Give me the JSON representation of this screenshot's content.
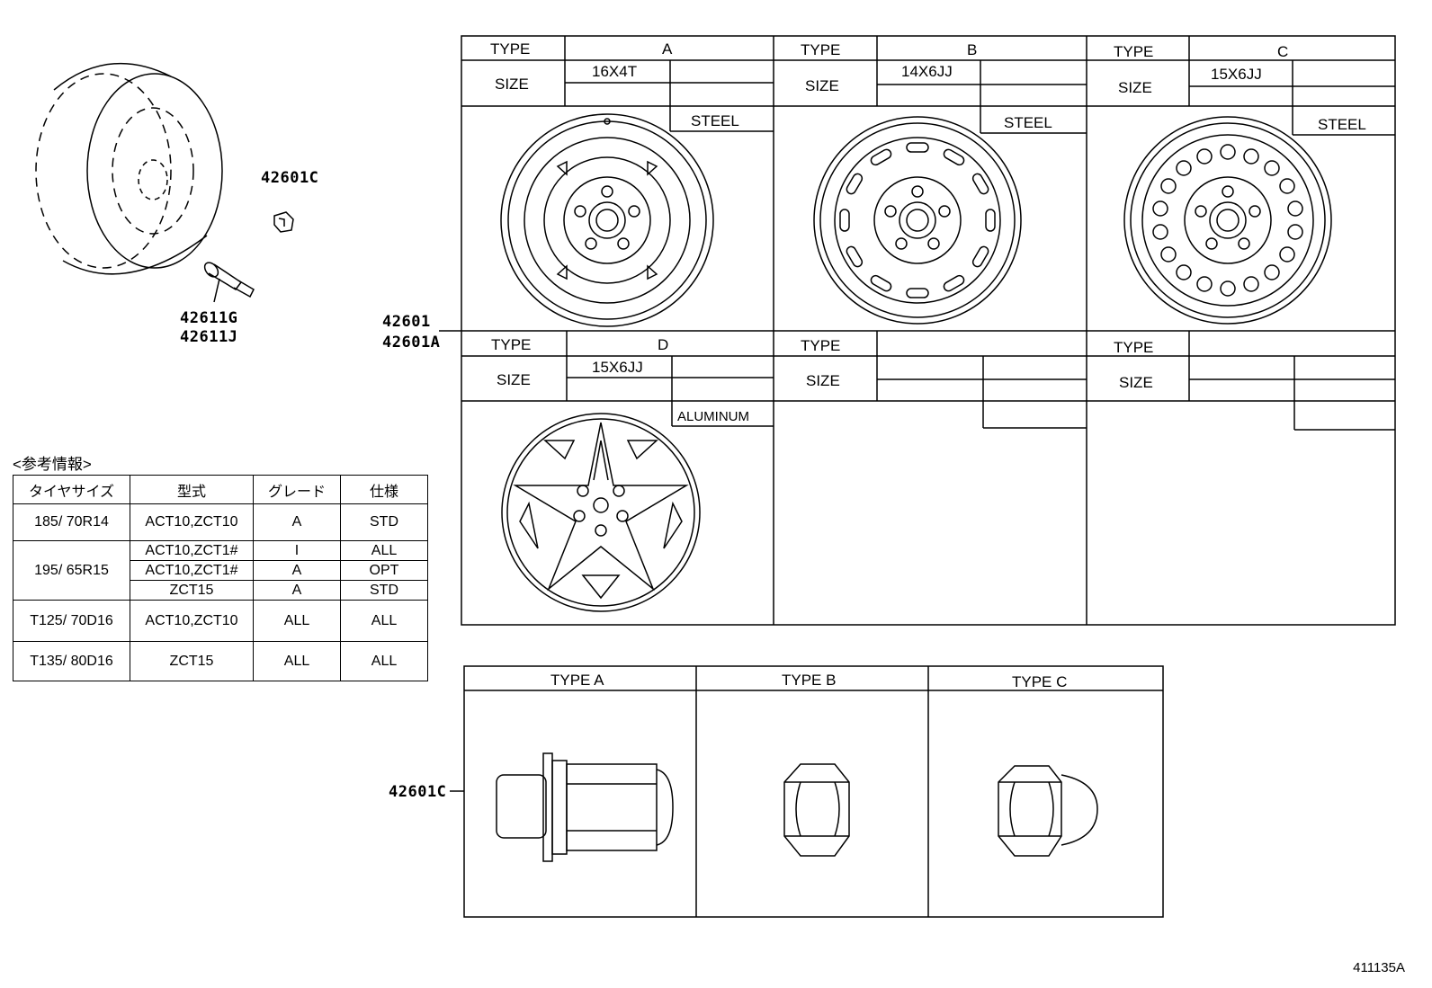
{
  "callouts": {
    "wheel_assy": "42601",
    "wheel_assy_alt": "42601A",
    "nut": "42601C",
    "nut_main": "42601C",
    "valve_1": "42611G",
    "valve_2": "42611J"
  },
  "wheel_grid": {
    "type_label": "TYPE",
    "size_label": "SIZE",
    "cells": [
      {
        "type": "A",
        "size": "16X4T",
        "material": "STEEL"
      },
      {
        "type": "B",
        "size": "14X6JJ",
        "material": "STEEL"
      },
      {
        "type": "C",
        "size": "15X6JJ",
        "material": "STEEL"
      },
      {
        "type": "D",
        "size": "15X6JJ",
        "material": "ALUMINUM"
      },
      {
        "type": "",
        "size": "",
        "material": ""
      },
      {
        "type": "",
        "size": "",
        "material": ""
      }
    ]
  },
  "nut_grid": {
    "headers": [
      "TYPE A",
      "TYPE B",
      "TYPE C"
    ]
  },
  "reference": {
    "title": "<参考情報>",
    "headers": [
      "タイヤサイズ",
      "型式",
      "グレード",
      "仕様"
    ],
    "rows": [
      {
        "tire": "185/ 70R14",
        "model": "ACT10,ZCT10",
        "grade": "A",
        "spec": "STD"
      },
      {
        "tire": "195/ 65R15",
        "model": "ACT10,ZCT1#",
        "grade": "I",
        "spec": "ALL"
      },
      {
        "tire": "",
        "model": "ACT10,ZCT1#",
        "grade": "A",
        "spec": "OPT"
      },
      {
        "tire": "",
        "model": "ZCT15",
        "grade": "A",
        "spec": "STD"
      },
      {
        "tire": "T125/ 70D16",
        "model": "ACT10,ZCT10",
        "grade": "ALL",
        "spec": "ALL"
      },
      {
        "tire": "T135/ 80D16",
        "model": "ZCT15",
        "grade": "ALL",
        "spec": "ALL"
      }
    ]
  },
  "footer": "411135A"
}
